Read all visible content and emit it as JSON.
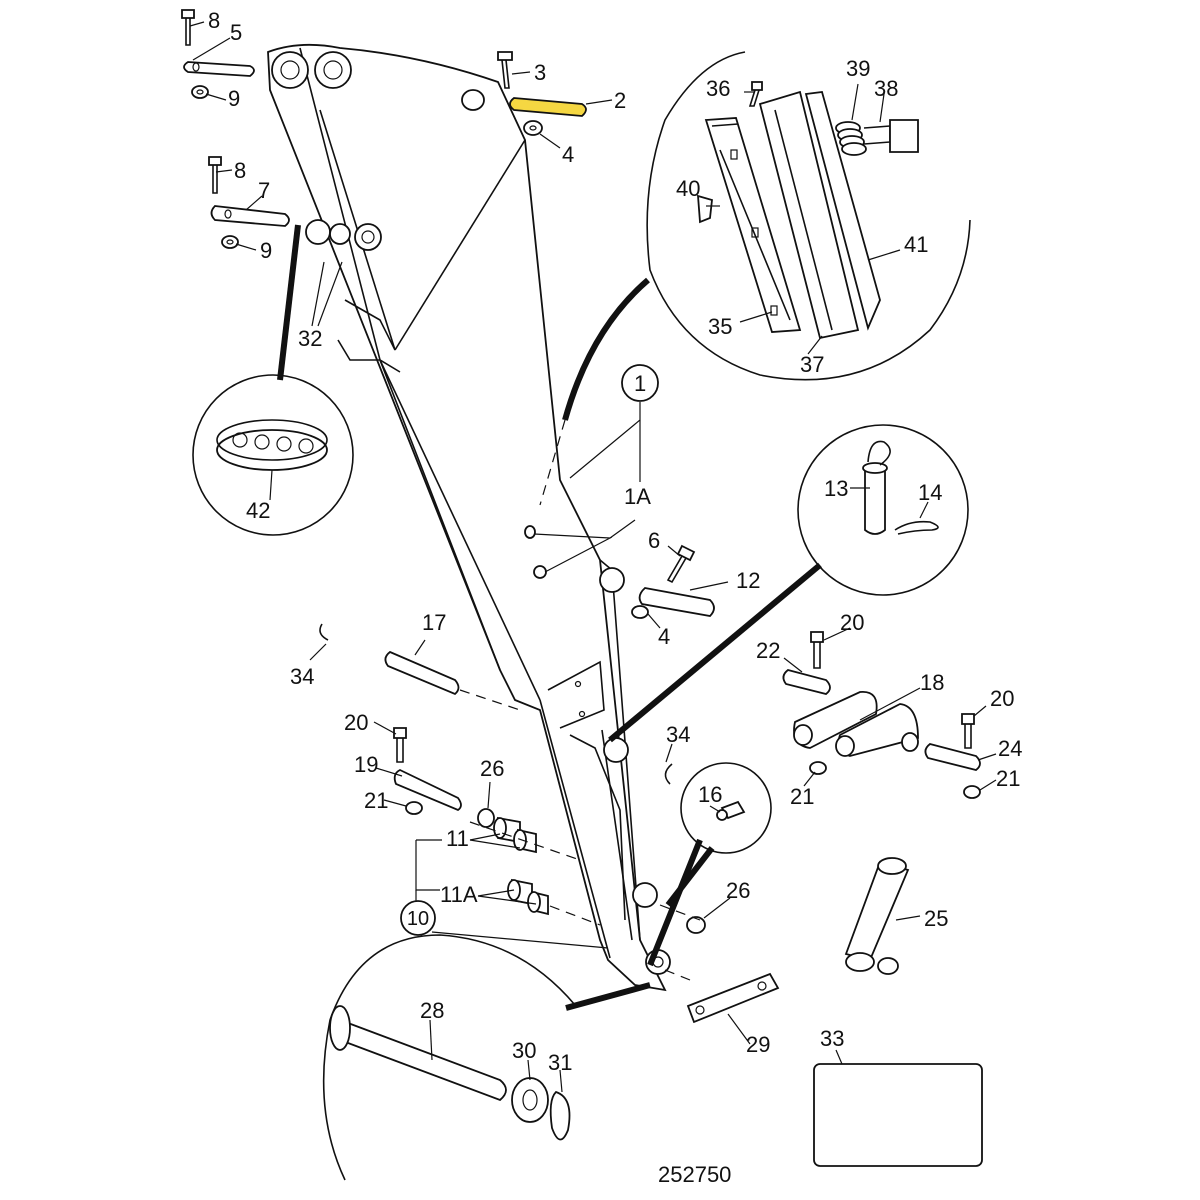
{
  "drawing_number": "252750",
  "highlight_color": "#f5d742",
  "labels": {
    "p1": "1",
    "p1a": "1A",
    "p2": "2",
    "p3": "3",
    "p4a": "4",
    "p4b": "4",
    "p5": "5",
    "p6": "6",
    "p7": "7",
    "p8a": "8",
    "p8b": "8",
    "p9a": "9",
    "p9b": "9",
    "p10": "10",
    "p11": "11",
    "p11a": "11A",
    "p12": "12",
    "p13": "13",
    "p14": "14",
    "p16": "16",
    "p17": "17",
    "p18": "18",
    "p19": "19",
    "p20a": "20",
    "p20b": "20",
    "p20c": "20",
    "p21a": "21",
    "p21b": "21",
    "p21c": "21",
    "p22": "22",
    "p24": "24",
    "p25": "25",
    "p26a": "26",
    "p26b": "26",
    "p28": "28",
    "p29": "29",
    "p30": "30",
    "p31": "31",
    "p32": "32",
    "p33": "33",
    "p34a": "34",
    "p34b": "34",
    "p35": "35",
    "p36": "36",
    "p37": "37",
    "p38": "38",
    "p39": "39",
    "p40": "40",
    "p41": "41",
    "p42": "42"
  }
}
